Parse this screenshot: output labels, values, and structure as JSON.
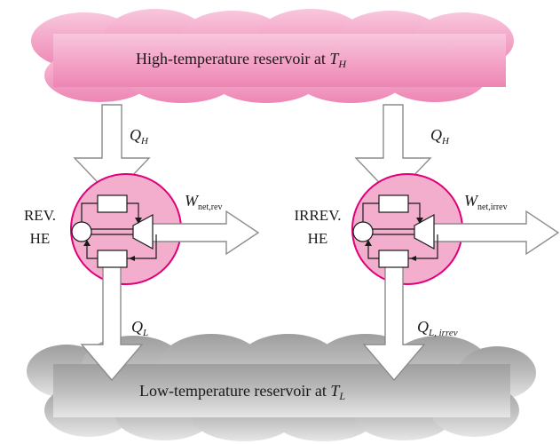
{
  "high_reservoir": {
    "label": "High-temperature reservoir at",
    "temp_symbol": "T",
    "temp_subscript": "H"
  },
  "low_reservoir": {
    "label": "Low-temperature reservoir at",
    "temp_symbol": "T",
    "temp_subscript": "L"
  },
  "reversible_engine": {
    "label_line1": "REV.",
    "label_line2": "HE",
    "heat_in_symbol": "Q",
    "heat_in_subscript": "H",
    "heat_out_symbol": "Q",
    "heat_out_subscript": "L",
    "work_symbol": "W",
    "work_subscript": "net,rev"
  },
  "irreversible_engine": {
    "label_line1": "IRREV.",
    "label_line2": "HE",
    "heat_in_symbol": "Q",
    "heat_in_subscript": "H",
    "heat_out_symbol": "Q",
    "heat_out_subscript": "L, irrev",
    "work_symbol": "W",
    "work_subscript": "net,irrev"
  },
  "colors": {
    "high_reservoir_fill": "#f3a2c6",
    "low_reservoir_fill": "#b5b5b5",
    "engine_fill": "#f4aecd",
    "engine_border": "#e0007a",
    "arrow_stroke": "#8c8c8c"
  }
}
